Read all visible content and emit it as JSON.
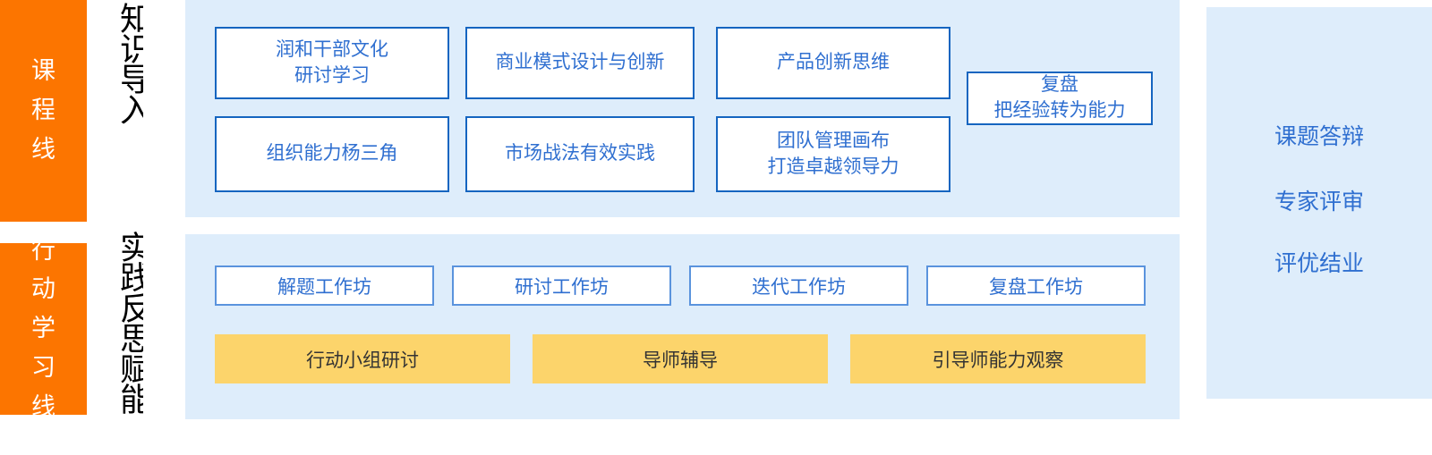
{
  "tracks": [
    {
      "id": "course",
      "chars": [
        "课",
        "程",
        "线"
      ],
      "color": "#fc7500"
    },
    {
      "id": "action",
      "chars": [
        "行",
        "动",
        "学",
        "习",
        "线"
      ],
      "color": "#fc7500"
    }
  ],
  "phases": [
    {
      "id": "knowledge",
      "label": "知识导入"
    },
    {
      "id": "practice",
      "label": "实践反思赋能"
    }
  ],
  "course_panel": {
    "bg": "#deedfb",
    "boxes": [
      {
        "id": "c1",
        "lines": [
          "润和干部文化",
          "研讨学习"
        ]
      },
      {
        "id": "c2",
        "lines": [
          "商业模式设计与创新"
        ]
      },
      {
        "id": "c3",
        "lines": [
          "产品创新思维"
        ]
      },
      {
        "id": "c4",
        "lines": [
          "复盘",
          "把经验转为能力"
        ]
      },
      {
        "id": "c5",
        "lines": [
          "组织能力杨三角"
        ]
      },
      {
        "id": "c6",
        "lines": [
          "市场战法有效实践"
        ]
      },
      {
        "id": "c7",
        "lines": [
          "团队管理画布",
          "打造卓越领导力"
        ]
      }
    ]
  },
  "action_panel": {
    "bg": "#deedfb",
    "workshops": [
      {
        "id": "w1",
        "label": "解题工作坊"
      },
      {
        "id": "w2",
        "label": "研讨工作坊"
      },
      {
        "id": "w3",
        "label": "迭代工作坊"
      },
      {
        "id": "w4",
        "label": "复盘工作坊"
      }
    ],
    "supports": [
      {
        "id": "y1",
        "label": "行动小组研讨",
        "color": "#fcd46b"
      },
      {
        "id": "y2",
        "label": "导师辅导",
        "color": "#fcd46b"
      },
      {
        "id": "y3",
        "label": "引导师能力观察",
        "color": "#fcd46b"
      }
    ]
  },
  "assessment_panel": {
    "bg": "#deedfb",
    "items": [
      {
        "id": "a1",
        "label": "课题答辩"
      },
      {
        "id": "a2",
        "label": "专家评审"
      },
      {
        "id": "a3",
        "label": "评优结业"
      }
    ]
  },
  "colors": {
    "accent_orange": "#fc7500",
    "panel_blue": "#deedfb",
    "box_border": "#1565c0",
    "box_text": "#2f6fd0",
    "support_yellow": "#fcd46b"
  }
}
